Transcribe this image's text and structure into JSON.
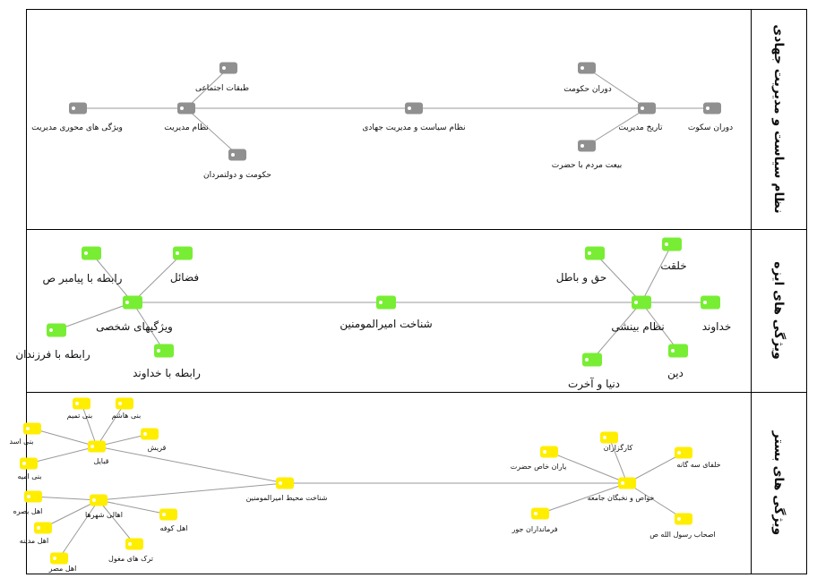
{
  "colors": {
    "border": "#000000",
    "edge": "#9a9a9a",
    "panel_nodes": [
      "#909090",
      "#77ee33",
      "#ffee00"
    ],
    "node_dot": "#ffffff",
    "text": "#111111"
  },
  "panels": [
    {
      "title": "نظام سیاست و مدیریت جهادی",
      "nodes": [
        {
          "id": "p1-root",
          "label": "نظام سیاست و مدیریت جهادی"
        },
        {
          "id": "p1-tm",
          "label": "تاریخ مدیریت"
        },
        {
          "id": "p1-dh",
          "label": "دوران حکومت"
        },
        {
          "id": "p1-ds",
          "label": "دوران سکوت"
        },
        {
          "id": "p1-bm",
          "label": "بیعت مردم با حضرت"
        },
        {
          "id": "p1-nm",
          "label": "نظام مدیریت"
        },
        {
          "id": "p1-te",
          "label": "طبقات اجتماعی"
        },
        {
          "id": "p1-hd",
          "label": "حکومت و دولتمردان"
        },
        {
          "id": "p1-vm",
          "label": "ویژگی های محوری مدیریت"
        }
      ],
      "edges": [
        [
          "p1-root",
          "p1-tm"
        ],
        [
          "p1-tm",
          "p1-dh"
        ],
        [
          "p1-tm",
          "p1-ds"
        ],
        [
          "p1-tm",
          "p1-bm"
        ],
        [
          "p1-root",
          "p1-nm"
        ],
        [
          "p1-nm",
          "p1-te"
        ],
        [
          "p1-nm",
          "p1-hd"
        ],
        [
          "p1-nm",
          "p1-vm"
        ]
      ]
    },
    {
      "title": "ویژگی های ایزه",
      "nodes": [
        {
          "id": "p2-root",
          "label": "شناخت امیرالمومنین"
        },
        {
          "id": "p2-nb",
          "label": "نظام بینشی"
        },
        {
          "id": "p2-kh",
          "label": "خلقت"
        },
        {
          "id": "p2-hb",
          "label": "حق و باطل"
        },
        {
          "id": "p2-kd",
          "label": "خداوند"
        },
        {
          "id": "p2-da",
          "label": "دنیا و آخرت"
        },
        {
          "id": "p2-di",
          "label": "دین"
        },
        {
          "id": "p2-vs",
          "label": "ویژگیهای شخصی"
        },
        {
          "id": "p2-fz",
          "label": "فضائل"
        },
        {
          "id": "p2-rp",
          "label": "رابطه با پیامبر ص"
        },
        {
          "id": "p2-rf",
          "label": "رابطه با فرزندان"
        },
        {
          "id": "p2-rk",
          "label": "رابطه با خداوند"
        }
      ],
      "edges": [
        [
          "p2-root",
          "p2-nb"
        ],
        [
          "p2-nb",
          "p2-kh"
        ],
        [
          "p2-nb",
          "p2-hb"
        ],
        [
          "p2-nb",
          "p2-kd"
        ],
        [
          "p2-nb",
          "p2-da"
        ],
        [
          "p2-nb",
          "p2-di"
        ],
        [
          "p2-root",
          "p2-vs"
        ],
        [
          "p2-vs",
          "p2-fz"
        ],
        [
          "p2-vs",
          "p2-rp"
        ],
        [
          "p2-vs",
          "p2-rf"
        ],
        [
          "p2-vs",
          "p2-rk"
        ]
      ]
    },
    {
      "title": "ویژگی های بستر",
      "nodes": [
        {
          "id": "p3-root",
          "label": "شناخت محیط امیرالمومنین"
        },
        {
          "id": "p3-kh",
          "label": "خواص و نخبگان جامعه"
        },
        {
          "id": "p3-kg",
          "label": "کارگزاران"
        },
        {
          "id": "p3-yk",
          "label": "یاران خاص حضرت"
        },
        {
          "id": "p3-ks",
          "label": "خلفای سه گانه"
        },
        {
          "id": "p3-fj",
          "label": "فرمانداران جور"
        },
        {
          "id": "p3-as",
          "label": "اصحاب رسول الله ص"
        },
        {
          "id": "p3-qb",
          "label": "قبایل"
        },
        {
          "id": "p3-bt",
          "label": "بنی تمیم"
        },
        {
          "id": "p3-bh",
          "label": "بنی هاشم"
        },
        {
          "id": "p3-qr",
          "label": "قریش"
        },
        {
          "id": "p3-ba",
          "label": "بنی اسد"
        },
        {
          "id": "p3-bu",
          "label": "بنی امیه"
        },
        {
          "id": "p3-ah",
          "label": "اهالی شهرها"
        },
        {
          "id": "p3-bs",
          "label": "اهل بصره"
        },
        {
          "id": "p3-ak",
          "label": "اهل کوفه"
        },
        {
          "id": "p3-am",
          "label": "اهل مدینه"
        },
        {
          "id": "p3-tm",
          "label": "ترک های مغول"
        },
        {
          "id": "p3-ae",
          "label": "اهل مصر"
        }
      ],
      "edges": [
        [
          "p3-root",
          "p3-kh"
        ],
        [
          "p3-kh",
          "p3-kg"
        ],
        [
          "p3-kh",
          "p3-yk"
        ],
        [
          "p3-kh",
          "p3-ks"
        ],
        [
          "p3-kh",
          "p3-fj"
        ],
        [
          "p3-kh",
          "p3-as"
        ],
        [
          "p3-root",
          "p3-qb"
        ],
        [
          "p3-qb",
          "p3-bt"
        ],
        [
          "p3-qb",
          "p3-bh"
        ],
        [
          "p3-qb",
          "p3-qr"
        ],
        [
          "p3-qb",
          "p3-ba"
        ],
        [
          "p3-qb",
          "p3-bu"
        ],
        [
          "p3-root",
          "p3-ah"
        ],
        [
          "p3-ah",
          "p3-bs"
        ],
        [
          "p3-ah",
          "p3-ak"
        ],
        [
          "p3-ah",
          "p3-am"
        ],
        [
          "p3-ah",
          "p3-tm"
        ],
        [
          "p3-ah",
          "p3-ae"
        ]
      ]
    }
  ]
}
